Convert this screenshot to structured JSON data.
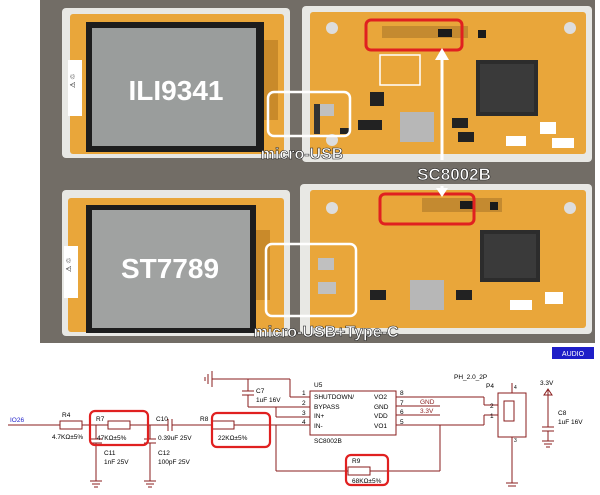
{
  "photo": {
    "label_top_chip": "ILI9341",
    "label_bottom_chip": "ST7789",
    "label_top_port": "micro-USB",
    "label_bottom_port": "micro-USB+Type-C",
    "label_amp": "SC8002B"
  },
  "schematic": {
    "audio_badge": "AUDIO",
    "net_io26": "IO26",
    "r4_name": "R4",
    "r4_val": "4.7KΩ±5%",
    "r7_name": "R7",
    "r7_val": "47KΩ±5%",
    "c10_name": "C10",
    "c10_val": "0.39uF 25V",
    "r8_name": "R8",
    "r8_val": "22KΩ±5%",
    "c11_name": "C11",
    "c11_val": "1nF 25V",
    "c12_name": "C12",
    "c12_val": "100pF 25V",
    "c7_name": "C7",
    "c7_val": "1uF 16V",
    "u5_name": "U5",
    "u5_part": "SC8002B",
    "pin1": "1",
    "pin2": "2",
    "pin3": "3",
    "pin4": "4",
    "pin5": "5",
    "pin6": "6",
    "pin7": "7",
    "pin8": "8",
    "u5_shutdown": "SHUTDOWN/",
    "u5_bypass": "BYPASS",
    "u5_inp": "IN+",
    "u5_inn": "IN-",
    "u5_vo2": "VO2",
    "u5_gnd": "GND",
    "u5_vdd": "VDD",
    "u5_vo1": "VO1",
    "net_gnd": "GND",
    "net_33v": "3.3V",
    "r9_name": "R9",
    "r9_val": "68KΩ±5%",
    "p4_part": "PH_2.0_2P",
    "p4_name": "P4",
    "p4_pin1": "1",
    "p4_pin2": "2",
    "p4_pin3": "3",
    "p4_pin4": "4",
    "pwr_33v": "3.3V",
    "c8_name": "C8",
    "c8_val": "1uF 16V"
  }
}
